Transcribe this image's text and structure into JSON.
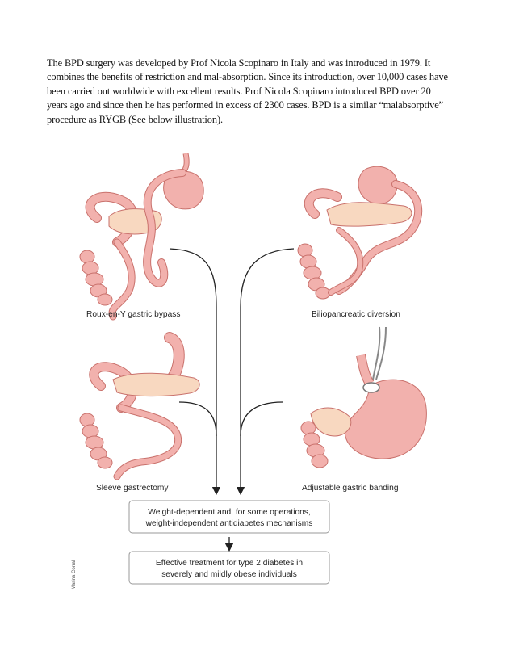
{
  "paragraph": {
    "text": "The BPD surgery was developed by Prof Nicola Scopinaro in Italy and was introduced in 1979. It combines the benefits of restriction and mal-absorption. Since its introduction, over 10,000 cases have been carried out worldwide with excellent results. Prof Nicola Scopinaro introduced BPD over 20 years ago and since then he has performed in excess of 2300 cases. BPD is a similar “malabsorptive” procedure as RYGB (See below illustration)."
  },
  "figure": {
    "procedures": {
      "rygb": "Roux-en-Y gastric bypass",
      "bpd": "Biliopancreatic diversion",
      "sleeve": "Sleeve gastrectomy",
      "banding": "Adjustable gastric banding"
    },
    "box1": {
      "line1": "Weight-dependent and, for some operations,",
      "line2": "weight-independent antidiabetes mechanisms"
    },
    "box2": {
      "line1": "Effective treatment for type 2 diabetes in",
      "line2": "severely and mildly obese individuals"
    },
    "credit": "Marina Corral",
    "colors": {
      "organ": "#f2b1ad",
      "organ_stroke": "#c9716c",
      "pancreas": "#f8d8c0",
      "arrow": "#222222",
      "box_stroke": "#9a9a9a"
    }
  }
}
